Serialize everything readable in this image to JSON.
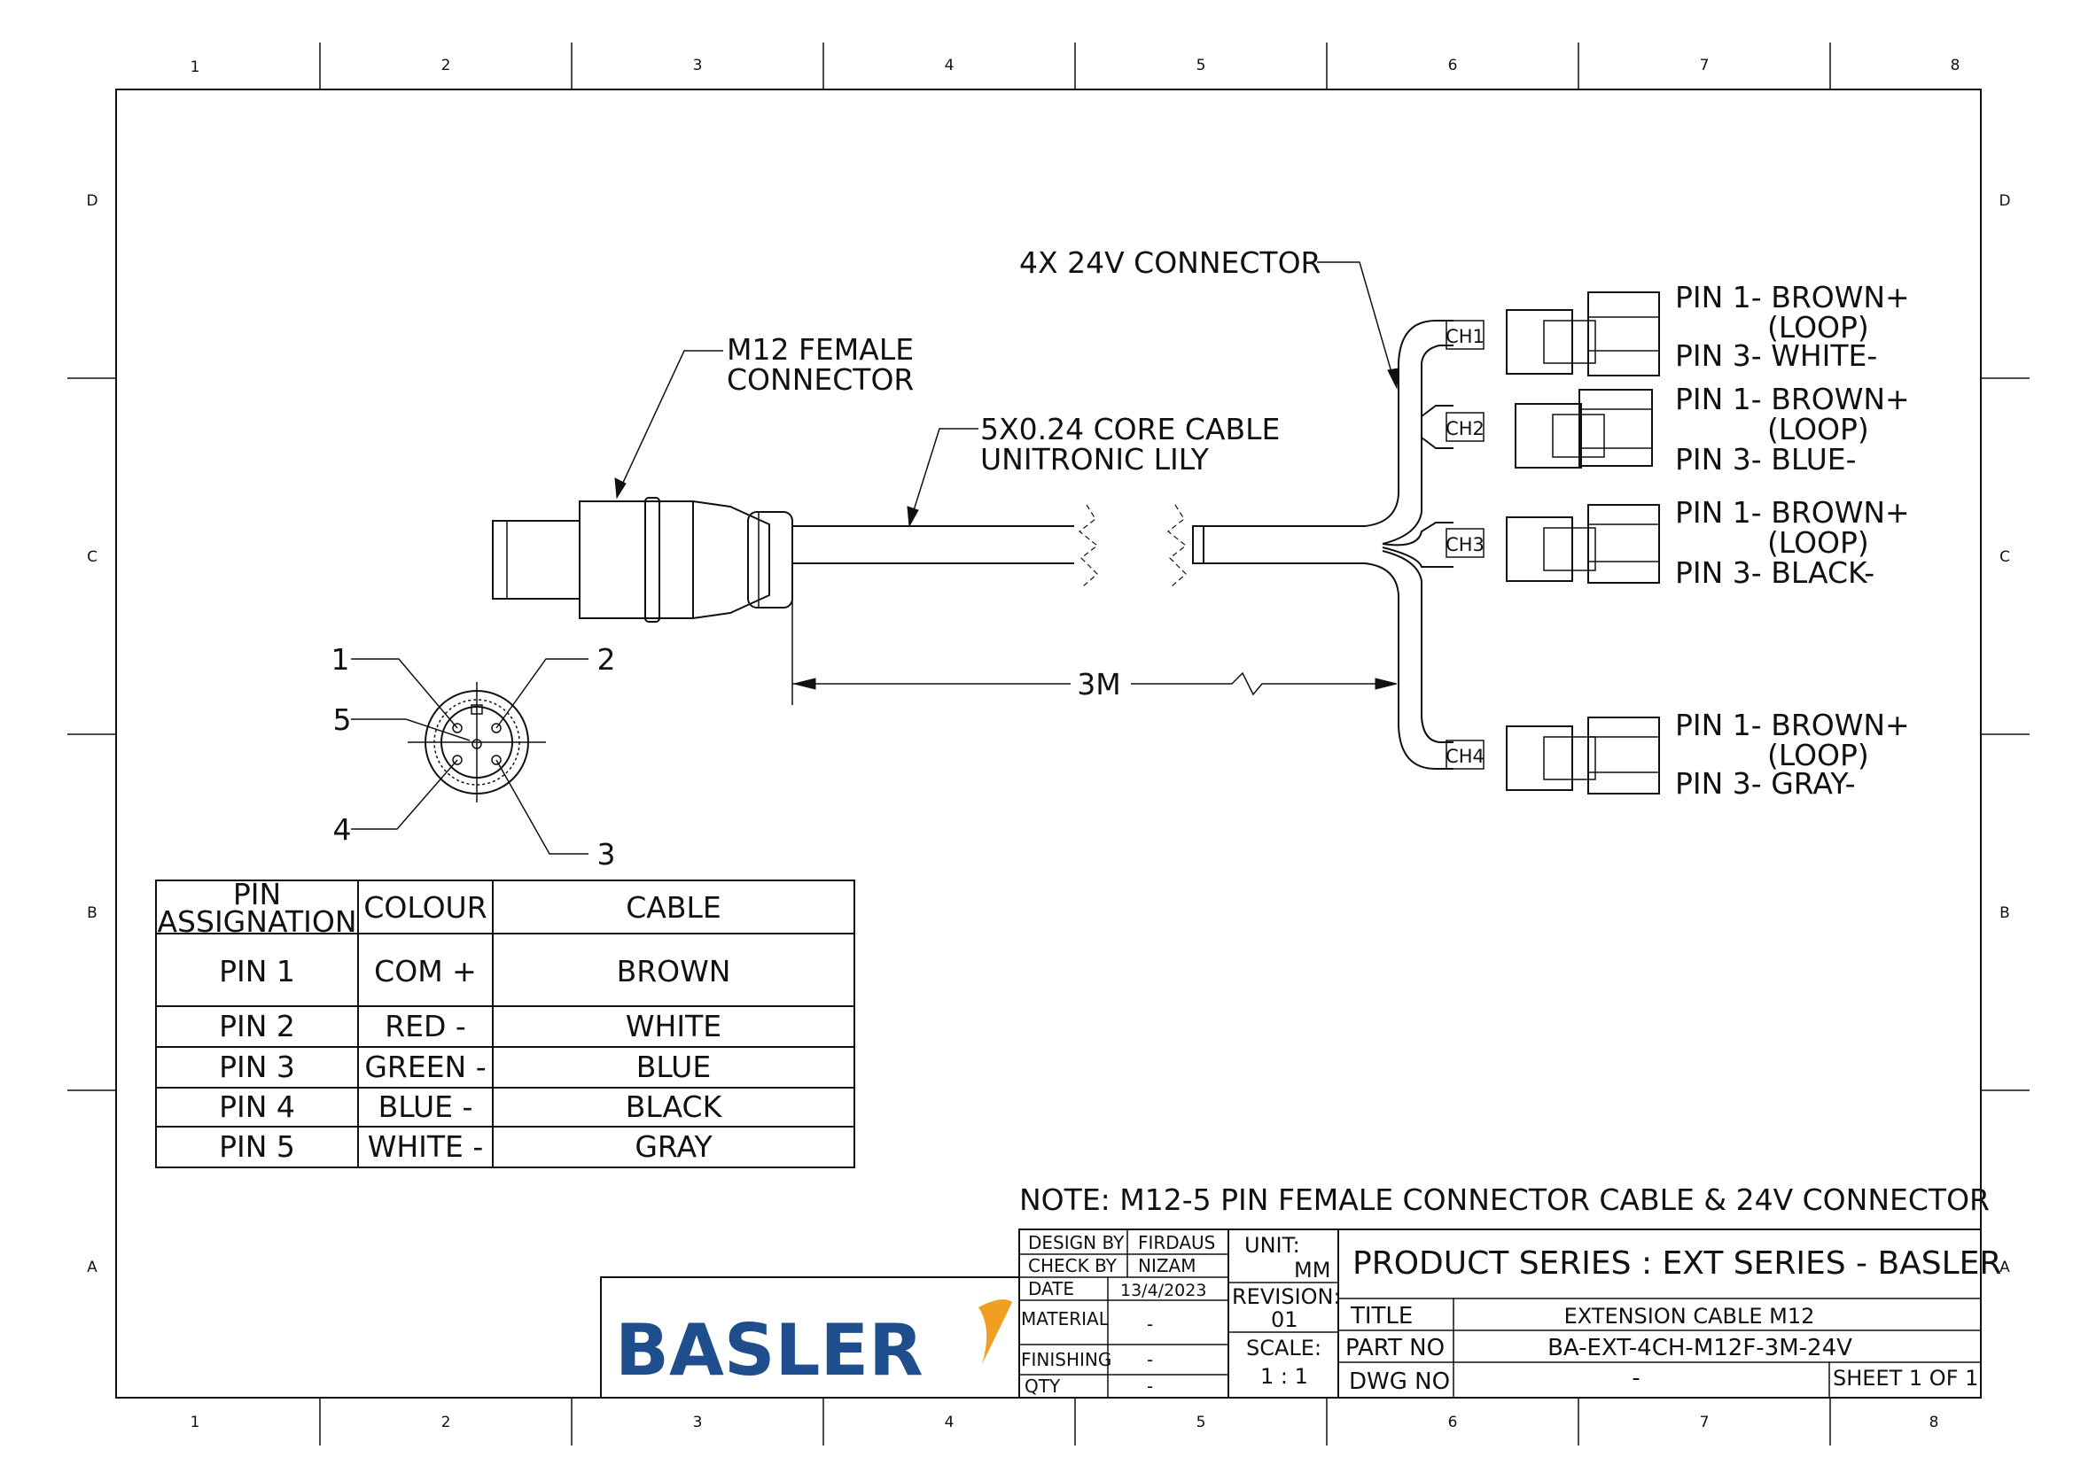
{
  "border": {
    "columns": [
      "1",
      "2",
      "3",
      "4",
      "5",
      "6",
      "7",
      "8"
    ],
    "rows": [
      "D",
      "C",
      "B",
      "A"
    ]
  },
  "labels": {
    "m12_connector_line1": "M12 FEMALE",
    "m12_connector_line2": "CONNECTOR",
    "cable_line1": "5X0.24 CORE CABLE",
    "cable_line2": "UNITRONIC LILY",
    "connector_4x": "4X 24V CONNECTOR",
    "length": "3M",
    "note": "NOTE: M12-5 PIN FEMALE CONNECTOR CABLE & 24V CONNECTOR"
  },
  "channels": [
    {
      "tag": "CH1",
      "pin1": "PIN 1- BROWN+",
      "loop": "(LOOP)",
      "pin3": "PIN 3- WHITE-"
    },
    {
      "tag": "CH2",
      "pin1": "PIN 1- BROWN+",
      "loop": "(LOOP)",
      "pin3": "PIN 3- BLUE-"
    },
    {
      "tag": "CH3",
      "pin1": "PIN 1- BROWN+",
      "loop": "(LOOP)",
      "pin3": "PIN 3- BLACK-"
    },
    {
      "tag": "CH4",
      "pin1": "PIN 1- BROWN+",
      "loop": "(LOOP)",
      "pin3": "PIN 3- GRAY-"
    }
  ],
  "pin_face": {
    "pins": [
      "1",
      "2",
      "3",
      "4",
      "5"
    ]
  },
  "pin_table": {
    "headers": [
      "PIN\nASSIGNATION",
      "COLOUR",
      "CABLE"
    ],
    "header_line1": "PIN",
    "header_line2": "ASSIGNATION",
    "rows": [
      [
        "PIN 1",
        "COM +",
        "BROWN"
      ],
      [
        "PIN 2",
        "RED -",
        "WHITE"
      ],
      [
        "PIN 3",
        "GREEN -",
        "BLUE"
      ],
      [
        "PIN 4",
        "BLUE -",
        "BLACK"
      ],
      [
        "PIN 5",
        "WHITE -",
        "GRAY"
      ]
    ]
  },
  "title_block": {
    "logo": "BASLER",
    "design_by_label": "DESIGN BY",
    "design_by": "FIRDAUS",
    "check_by_label": "CHECK BY",
    "check_by": "NIZAM",
    "date_label": "DATE",
    "date": "13/4/2023",
    "material_label": "MATERIAL",
    "material": "-",
    "finishing_label": "FINISHING",
    "finishing": "-",
    "qty_label": "QTY",
    "qty": "-",
    "unit_label": "UNIT:",
    "unit": "MM",
    "revision_label": "REVISION:",
    "revision": "01",
    "scale_label": "SCALE:",
    "scale": "1 : 1",
    "product_series": "PRODUCT SERIES : EXT SERIES - BASLER",
    "title_label": "TITLE",
    "title": "EXTENSION CABLE M12",
    "part_no_label": "PART NO",
    "part_no": "BA-EXT-4CH-M12F-3M-24V",
    "dwg_no_label": "DWG NO",
    "dwg_no": "-",
    "sheet": "SHEET 1 OF 1"
  },
  "colors": {
    "ink": "#111111",
    "logo_blue": "#1f4e8c",
    "logo_swoosh": "#f0a020"
  }
}
